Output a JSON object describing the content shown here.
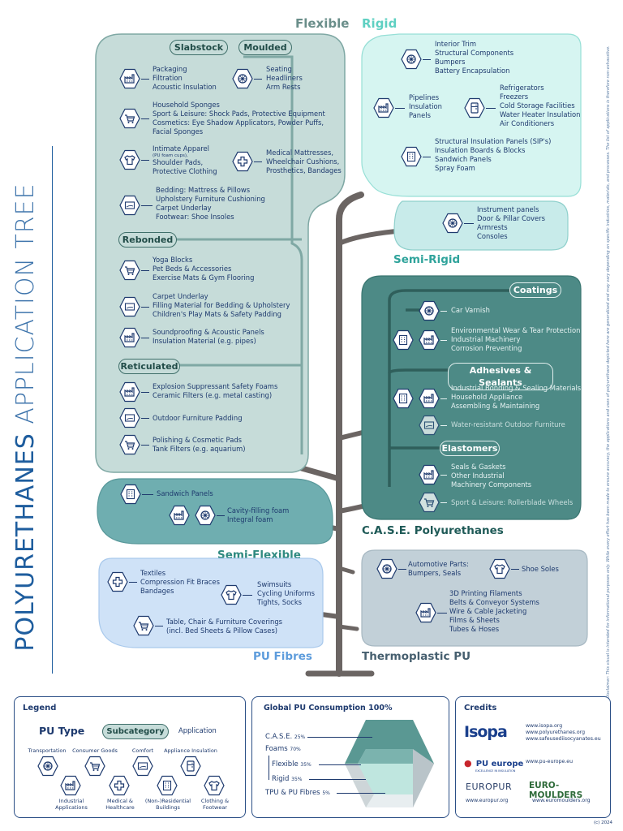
{
  "title": {
    "bold": "POLYURETHANES",
    "light": " APPLICATION TREE"
  },
  "disclaimer": "Disclaimer: This visual is intended for informational purposes only. While every effort has been made to ensure accuracy, the applications and uses of polyurethane depicted here are generalised and may vary depending on specific industries, materials, and processes. The list of applications is therefore non-exhaustive.",
  "labels": {
    "flexible": "Flexible",
    "rigid": "Rigid",
    "semi_rigid": "Semi-Rigid",
    "case": "C.A.S.E. Polyurethanes",
    "semi_flexible": "Semi-Flexible",
    "pu_fibres": "PU Fibres",
    "thermoplastic": "Thermoplastic PU"
  },
  "flexible": {
    "slabstock": "Slabstock",
    "moulded": "Moulded",
    "rebonded": "Rebonded",
    "reticulated": "Reticulated",
    "items": {
      "packaging": [
        "Packaging",
        "Filtration",
        "Acoustic Insulation"
      ],
      "seating": [
        "Seating",
        "Headliners",
        "Arm Rests"
      ],
      "household": [
        "Household Sponges",
        "Sport & Leisure: Shock Pads, Protective Equipment",
        "Cosmetics: Eye Shadow Applicators, Powder Puffs,",
        "Facial Sponges"
      ],
      "intimate_1": "Intimate Apparel",
      "intimate_small": "(PU foam cups),",
      "intimate_2": [
        "Shoulder Pads,",
        "Protective Clothing"
      ],
      "medical": [
        "Medical Mattresses,",
        "Wheelchair Cushions,",
        "Prosthetics, Bandages"
      ],
      "bedding": [
        "Bedding: Mattress & Pillows",
        "Upholstery Furniture Cushioning",
        "Carpet Underlay",
        "Footwear: Shoe Insoles"
      ],
      "yoga": [
        "Yoga Blocks",
        "Pet Beds & Accessories",
        "Exercise Mats & Gym Flooring"
      ],
      "carpet": [
        "Carpet Underlay",
        "Filling Material for Bedding & Upholstery",
        "Children's Play Mats & Safety Padding"
      ],
      "sound": [
        "Soundproofing & Acoustic Panels",
        "Insulation Material (e.g. pipes)"
      ],
      "explosion": [
        "Explosion Suppressant Safety Foams",
        "Ceramic Filters (e.g. metal casting)"
      ],
      "outdoor": [
        "Outdoor Furniture Padding"
      ],
      "polishing": [
        "Polishing & Cosmetic Pads",
        "Tank Filters (e.g. aquarium)"
      ]
    }
  },
  "rigid": {
    "interior": [
      "Interior Trim",
      "Structural Components",
      "Bumpers",
      "Battery Encapsulation"
    ],
    "pipelines": [
      "Pipelines",
      "Insulation",
      "Panels"
    ],
    "fridge": [
      "Refrigerators",
      "Freezers",
      "Cold Storage Facilities",
      "Water Heater Insulation",
      "Air Conditioners"
    ],
    "sips": [
      "Structural Insulation Panels (SIP's)",
      "Insulation Boards & Blocks",
      "Sandwich Panels",
      "Spray Foam"
    ]
  },
  "semi_rigid": {
    "items": [
      "Instrument panels",
      "Door & Pillar Covers",
      "Armrests",
      "Consoles"
    ]
  },
  "case": {
    "coatings": "Coatings",
    "adhesives": "Adhesives & Sealants",
    "elastomers": "Elastomers",
    "car_varnish": [
      "Car Varnish"
    ],
    "env": [
      "Environmental Wear & Tear Protection",
      "Industrial Machinery",
      "Corrosion Preventing"
    ],
    "bonding": [
      "Industrial Bonding & Sealing Materials",
      "Household Appliance",
      "Assembling & Maintaining"
    ],
    "water": [
      "Water-resistant Outdoor Furniture"
    ],
    "seals": [
      "Seals & Gaskets",
      "Other Industrial",
      "Machinery Components"
    ],
    "sport": [
      "Sport & Leisure: Rollerblade Wheels"
    ]
  },
  "semi_flexible": {
    "sandwich": [
      "Sandwich Panels"
    ],
    "cavity": [
      "Cavity-filling foam",
      "Integral foam"
    ]
  },
  "pu_fibres": {
    "textiles": [
      "Textiles",
      "Compression Fit Braces",
      "Bandages"
    ],
    "swimsuits": [
      "Swimsuits",
      "Cycling Uniforms",
      "Tights, Socks"
    ],
    "table": [
      "Table, Chair & Furniture Coverings",
      "(incl. Bed Sheets & Pillow Cases)"
    ]
  },
  "thermoplastic": {
    "auto": [
      "Automotive Parts:",
      "Bumpers, Seals"
    ],
    "shoe": [
      "Shoe Soles"
    ],
    "printing": [
      "3D Printing Filaments",
      "Belts & Conveyor Systems",
      "Wire & Cable Jacketing",
      "Films & Sheets",
      "Tubes & Hoses"
    ]
  },
  "legend": {
    "title": "Legend",
    "pu_type": "PU Type",
    "subcategory": "Subcategory",
    "application": "Application",
    "icons": [
      {
        "label": "Transportation",
        "icon": "wheel-icon"
      },
      {
        "label": "Industrial Applications",
        "icon": "factory-icon"
      },
      {
        "label": "Consumer Goods",
        "icon": "cart-icon"
      },
      {
        "label": "Medical & Healthcare",
        "icon": "medical-cross-icon"
      },
      {
        "label": "Comfort",
        "icon": "sofa-icon"
      },
      {
        "label": "(Non-)Residential Buildings",
        "icon": "building-icon"
      },
      {
        "label": "Appliance Insulation",
        "icon": "fridge-icon"
      },
      {
        "label": "Clothing & Footwear",
        "icon": "tshirt-icon"
      }
    ]
  },
  "consumption": {
    "title": "Global PU Consumption 100%",
    "rows": [
      {
        "name": "C.A.S.E.",
        "pct": "25%"
      },
      {
        "name": "Foams",
        "pct": "70%"
      },
      {
        "name": "Flexible",
        "pct": "35%"
      },
      {
        "name": "Rigid",
        "pct": "35%"
      },
      {
        "name": "TPU & PU Fibres",
        "pct": "5%"
      }
    ]
  },
  "credits": {
    "title": "Credits",
    "isopa": "Isopa",
    "isopa_links": [
      "www.isopa.org",
      "www.polyurethanes.org",
      "www.safeusediisocyanates.eu"
    ],
    "pu_europe": "PU europe",
    "pu_europe_sub": "EXCELLENCE IN INSULATION",
    "pu_europe_link": "www.pu-europe.eu",
    "europur": "EUROPUR",
    "europur_link": "www.europur.org",
    "euromoulders": "EURO-MOULDERS",
    "euromoulders_link": "www.euromoulders.org",
    "copyright": "(c) 2024"
  },
  "colors": {
    "navy": "#1e3a6e",
    "flexible": "#c6dcd9",
    "rigid": "#d6f5f1",
    "case": "#4d8a86",
    "fibres": "#cfe2f7",
    "tpu": "#c2d0d8",
    "trunk": "#6b6563"
  }
}
